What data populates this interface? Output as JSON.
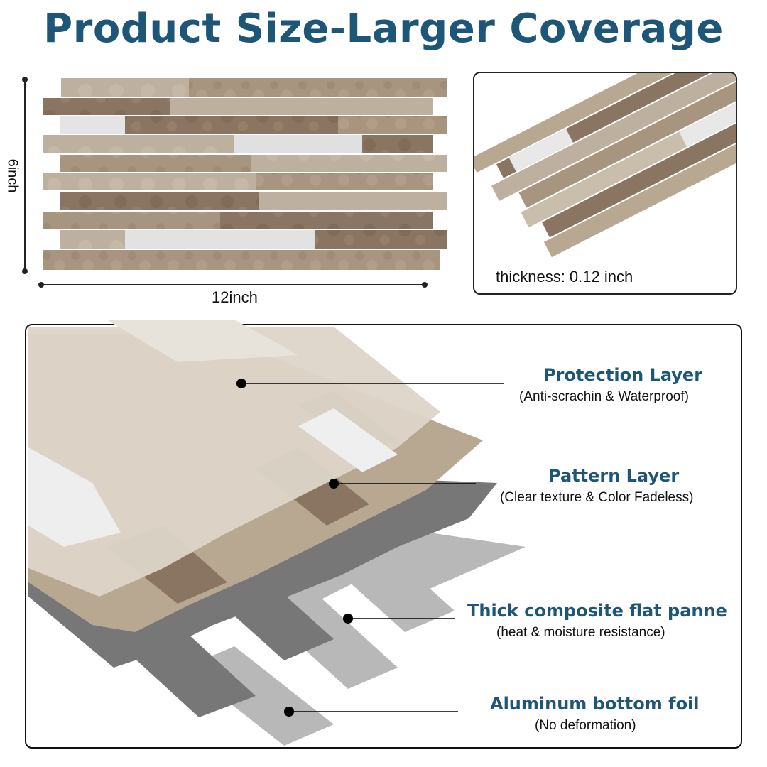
{
  "header": {
    "title": "Product Size-Larger Coverage"
  },
  "dimensions": {
    "height_label": "6inch",
    "width_label": "12inch"
  },
  "thickness": {
    "label": "thickness: 0.12 inch"
  },
  "layers": [
    {
      "title": "Protection Layer",
      "subtitle": "(Anti-scrachin & Waterproof)"
    },
    {
      "title": "Pattern Layer",
      "subtitle": "(Clear texture & Color Fadeless)"
    },
    {
      "title": "Thick composite flat panne",
      "subtitle": "(heat & moisture resistance)"
    },
    {
      "title": "Aluminum bottom foil",
      "subtitle": "(No deformation)"
    }
  ],
  "colors": {
    "title_blue": "#1e5678",
    "stone_light": "#cfc6b8",
    "stone_mid": "#a8957f",
    "stone_dark": "#8a7562",
    "metal": "#dcdcdc",
    "panel_gray": "#7a7a7a",
    "foil_gray": "#b0b0b0"
  }
}
